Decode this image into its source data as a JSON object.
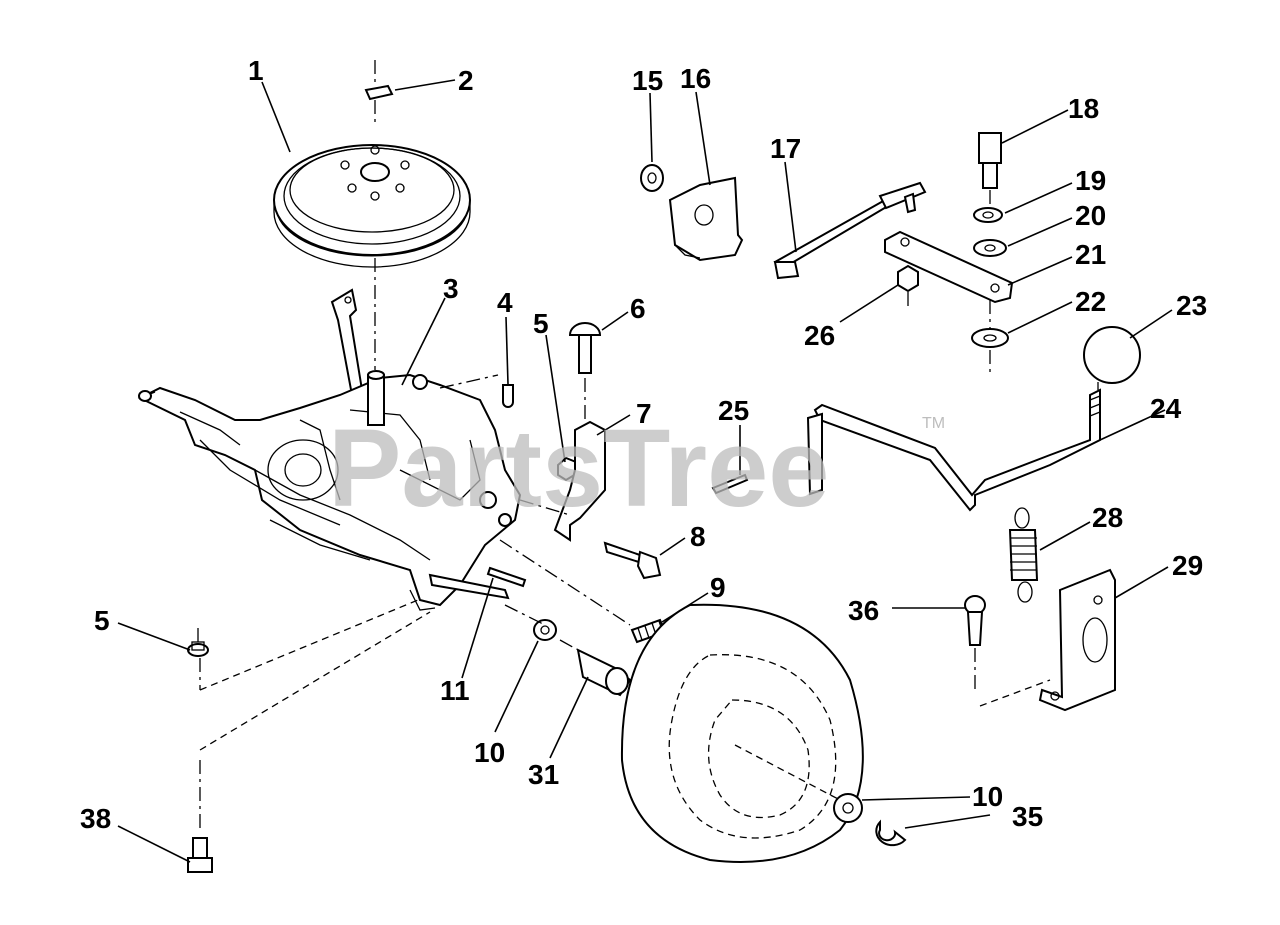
{
  "watermark": {
    "text": "PartsTree",
    "trademark": "TM"
  },
  "callouts": [
    {
      "id": "1",
      "label": "1"
    },
    {
      "id": "2",
      "label": "2"
    },
    {
      "id": "3",
      "label": "3"
    },
    {
      "id": "4",
      "label": "4"
    },
    {
      "id": "5a",
      "label": "5"
    },
    {
      "id": "6",
      "label": "6"
    },
    {
      "id": "7",
      "label": "7"
    },
    {
      "id": "8",
      "label": "8"
    },
    {
      "id": "9",
      "label": "9"
    },
    {
      "id": "5b",
      "label": "5"
    },
    {
      "id": "11",
      "label": "11"
    },
    {
      "id": "10a",
      "label": "10"
    },
    {
      "id": "31",
      "label": "31"
    },
    {
      "id": "38",
      "label": "38"
    },
    {
      "id": "15",
      "label": "15"
    },
    {
      "id": "16",
      "label": "16"
    },
    {
      "id": "17",
      "label": "17"
    },
    {
      "id": "18",
      "label": "18"
    },
    {
      "id": "19",
      "label": "19"
    },
    {
      "id": "20",
      "label": "20"
    },
    {
      "id": "21",
      "label": "21"
    },
    {
      "id": "22",
      "label": "22"
    },
    {
      "id": "23",
      "label": "23"
    },
    {
      "id": "26",
      "label": "26"
    },
    {
      "id": "25",
      "label": "25"
    },
    {
      "id": "24",
      "label": "24"
    },
    {
      "id": "28",
      "label": "28"
    },
    {
      "id": "29",
      "label": "29"
    },
    {
      "id": "36",
      "label": "36"
    },
    {
      "id": "10b",
      "label": "10"
    },
    {
      "id": "35",
      "label": "35"
    }
  ]
}
